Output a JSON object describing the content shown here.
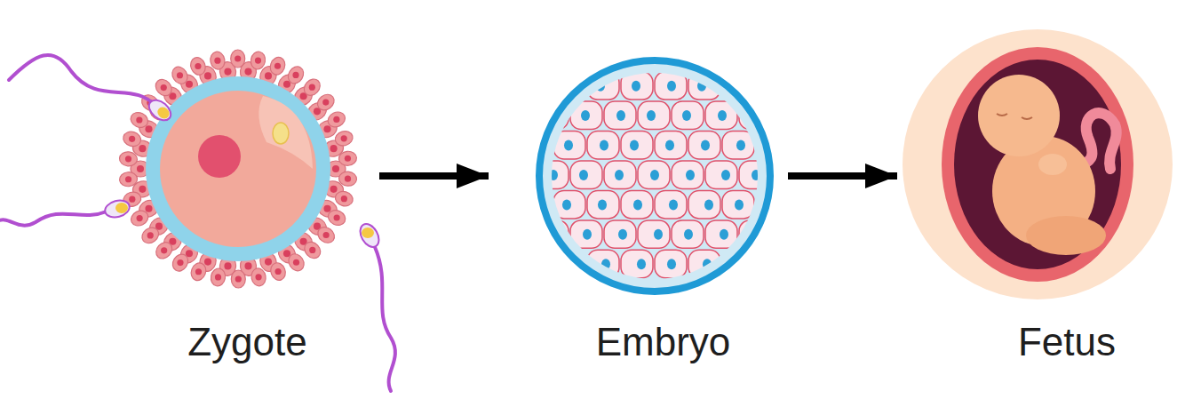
{
  "diagram": {
    "nodes": [
      {
        "text": [
          "Zygote"
        ]
      },
      {
        "text": [
          "Embryo"
        ]
      },
      {
        "text": [
          "Fetus"
        ]
      }
    ],
    "edges": [
      {
        "from": 0,
        "to": 1,
        "arrow": "to"
      },
      {
        "from": 1,
        "to": 2,
        "arrow": "to"
      }
    ]
  }
}
